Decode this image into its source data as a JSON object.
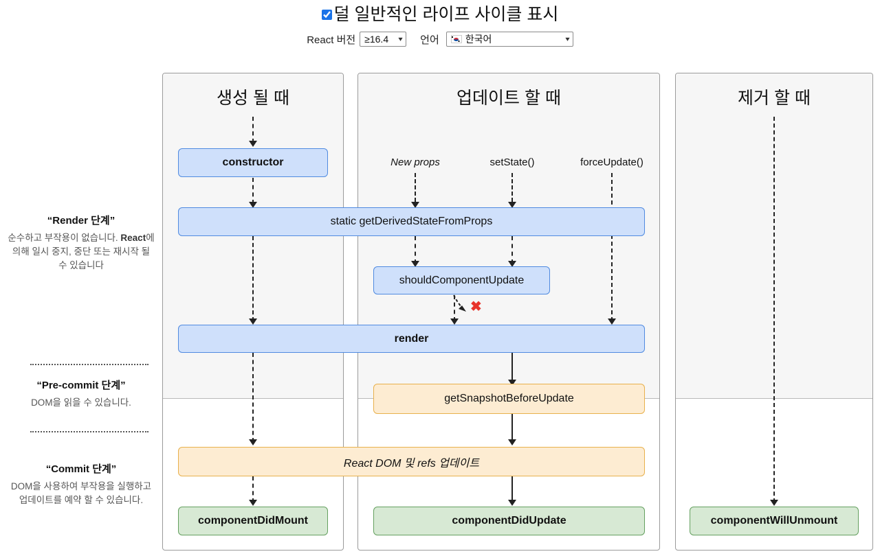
{
  "header": {
    "toggle": {
      "label": "덜 일반적인 라이프 사이클 표시",
      "checked": true,
      "icon": "checkbox-checked-icon"
    },
    "version": {
      "label": "React 버전",
      "value": "≥16.4",
      "caret_icon": "chevron-down-icon"
    },
    "language": {
      "label": "언어",
      "value": "한국어",
      "flag_icon": "flag-south-korea-icon",
      "caret_icon": "chevron-down-icon"
    }
  },
  "phases": [
    {
      "id": "render",
      "title": "“Render 단계”",
      "desc_pre": "순수하고 부작용이 없습니다. ",
      "desc_strong": "React",
      "desc_post": "에 의해 일시 중지, 중단 또는 재시작 될 수 있습니다"
    },
    {
      "id": "pre-commit",
      "title": "“Pre-commit 단계”",
      "desc": "DOM을 읽을 수 있습니다."
    },
    {
      "id": "commit",
      "title": "“Commit 단계”",
      "desc": "DOM을 사용하여 부작용을 실행하고 업데이트를 예약 할 수 있습니다."
    }
  ],
  "columns": [
    {
      "id": "mounting",
      "title": "생성 될 때"
    },
    {
      "id": "updating",
      "title": "업데이트 할 때"
    },
    {
      "id": "unmounting",
      "title": "제거 할 때"
    }
  ],
  "triggers": [
    {
      "id": "new-props",
      "label": "New props",
      "italic": true
    },
    {
      "id": "set-state",
      "label": "setState()",
      "italic": false
    },
    {
      "id": "force-update",
      "label": "forceUpdate()",
      "italic": false
    }
  ],
  "lifecycle_boxes": [
    {
      "id": "constructor",
      "label": "constructor",
      "color": "blue",
      "bold": true,
      "italic": false
    },
    {
      "id": "get-derived-state-from-props",
      "label": "static getDerivedStateFromProps",
      "color": "blue",
      "bold": false,
      "italic": false
    },
    {
      "id": "should-component-update",
      "label": "shouldComponentUpdate",
      "color": "blue",
      "bold": false,
      "italic": false
    },
    {
      "id": "render",
      "label": "render",
      "color": "blue",
      "bold": true,
      "italic": false
    },
    {
      "id": "get-snapshot-before-update",
      "label": "getSnapshotBeforeUpdate",
      "color": "amber",
      "bold": false,
      "italic": false
    },
    {
      "id": "react-dom-refs-update",
      "label": "React DOM 및 refs 업데이트",
      "color": "amber",
      "bold": false,
      "italic": true
    },
    {
      "id": "component-did-mount",
      "label": "componentDidMount",
      "color": "green",
      "bold": true,
      "italic": false
    },
    {
      "id": "component-did-update",
      "label": "componentDidUpdate",
      "color": "green",
      "bold": true,
      "italic": false
    },
    {
      "id": "component-will-unmount",
      "label": "componentWillUnmount",
      "color": "green",
      "bold": true,
      "italic": false
    }
  ],
  "annotations": {
    "skip_render_marker": "✖"
  },
  "colors": {
    "blue_fill": "#cfe0fb",
    "blue_border": "#4f8ae0",
    "amber_fill": "#fdecd2",
    "amber_border": "#e8b04b",
    "green_fill": "#d7e9d4",
    "green_border": "#64a05f",
    "panel_shade": "#f6f6f6",
    "panel_border": "#9a9a9a",
    "accent_red": "#e8342b",
    "checkbox_accent": "#1a73e8"
  }
}
